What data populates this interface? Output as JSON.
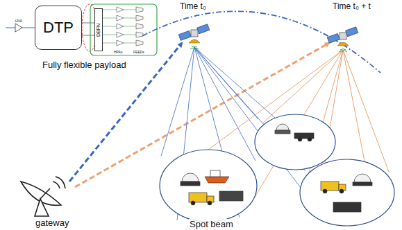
{
  "diagram": {
    "nodes": [
      {
        "text": [
          "DTP"
        ]
      },
      {
        "text": [
          "DBFN"
        ]
      }
    ],
    "edges": [
      {
        "from": 0,
        "to": 1,
        "arrow": "none"
      }
    ],
    "labels": [
      "LNA",
      "HPAs",
      "FEEDs",
      "Fully flexible payload",
      "Time t₀",
      "Time t₀ + t",
      "gateway",
      "Spot beam"
    ]
  }
}
